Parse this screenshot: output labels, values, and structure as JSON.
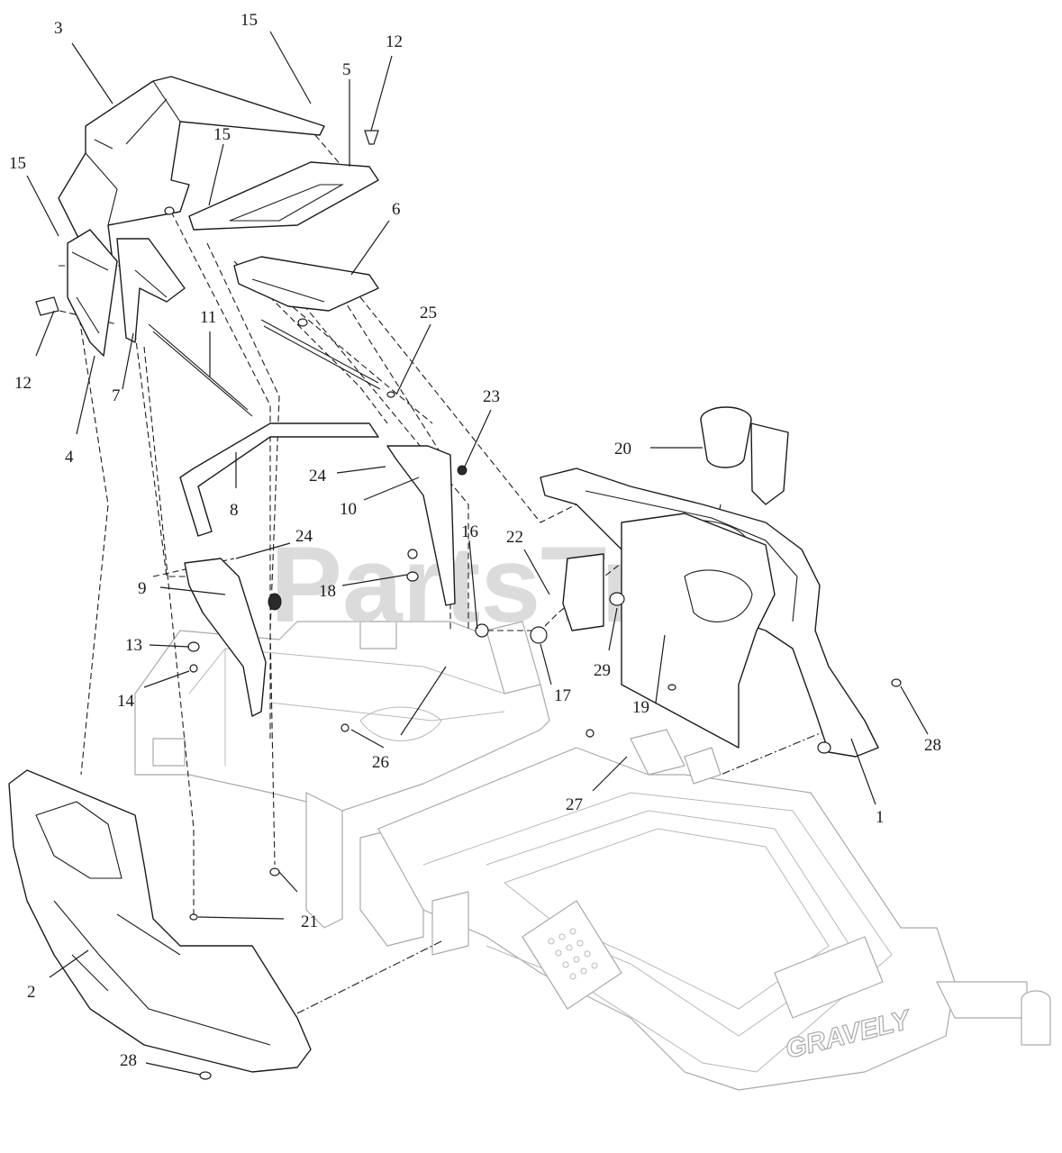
{
  "watermark": "PartsTree",
  "frame_brand": "GRAVELY",
  "labels": [
    "1",
    "2",
    "3",
    "4",
    "5",
    "6",
    "7",
    "8",
    "9",
    "10",
    "11",
    "12",
    "12",
    "13",
    "14",
    "15",
    "15",
    "15",
    "16",
    "17",
    "18",
    "19",
    "20",
    "21",
    "22",
    "23",
    "24",
    "24",
    "25",
    "26",
    "27",
    "28",
    "28",
    "29"
  ]
}
